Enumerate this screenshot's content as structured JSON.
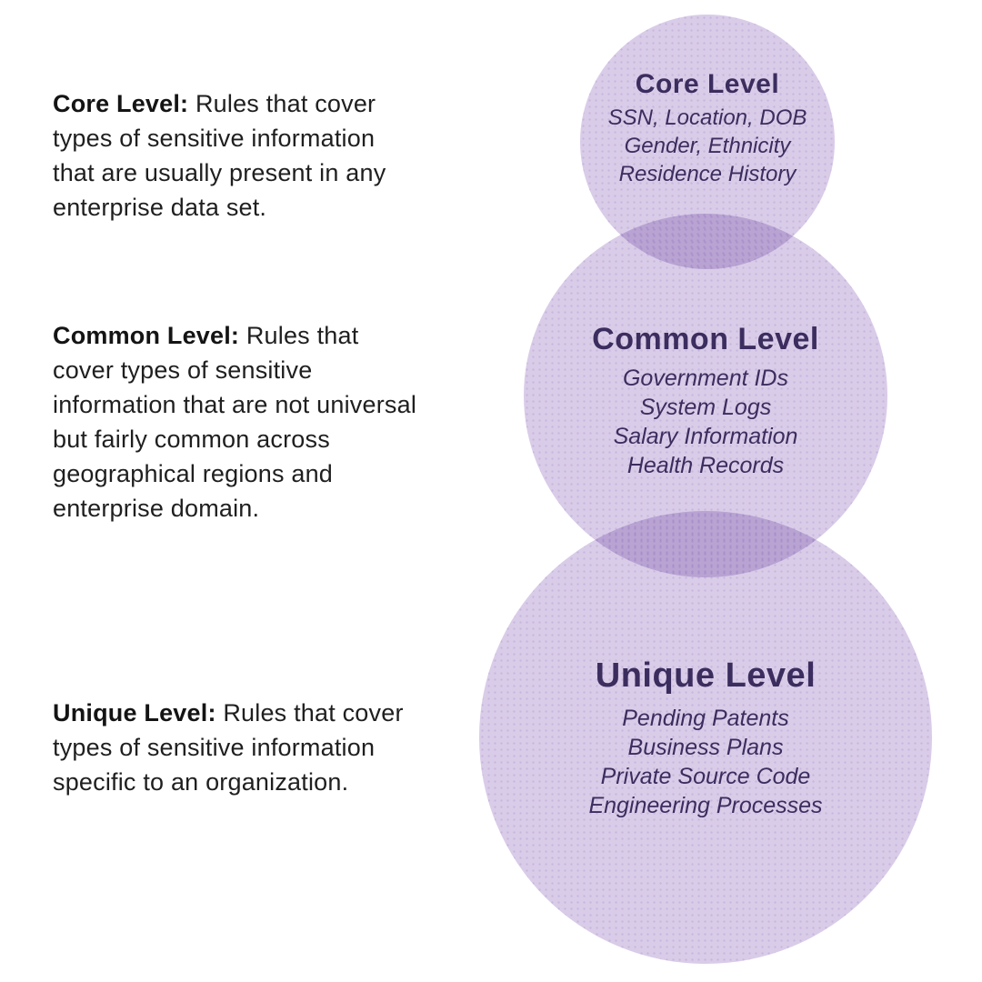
{
  "diagram": {
    "descriptions": [
      {
        "label": "Core Level:",
        "text": "Rules that cover types of sensitive information that are usually present in any enterprise data set."
      },
      {
        "label": "Common Level:",
        "text": "Rules that cover types of sensitive information that are not universal but fairly common across geographical regions and enterprise domain."
      },
      {
        "label": "Unique Level:",
        "text": "Rules that cover types of sensitive information specific to an organization."
      }
    ],
    "circles": [
      {
        "title": "Core Level",
        "items": [
          "SSN, Location, DOB",
          "Gender, Ethnicity",
          "Residence History"
        ]
      },
      {
        "title": "Common Level",
        "items": [
          "Government IDs",
          "System Logs",
          "Salary Information",
          "Health Records"
        ]
      },
      {
        "title": "Unique Level",
        "items": [
          "Pending Patents",
          "Business Plans",
          "Private Source Code",
          "Engineering Processes"
        ]
      }
    ],
    "colors": {
      "background": "#ffffff",
      "circle_fill": "#d9cce8",
      "circle_overlap": "#b9a3d3",
      "circle_text": "#3b2d5e",
      "body_text": "#1f1f1f"
    }
  }
}
